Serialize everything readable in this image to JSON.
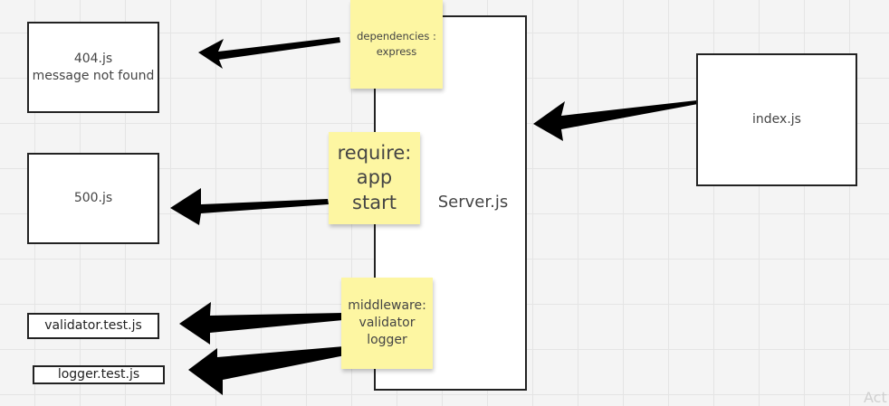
{
  "boxes": {
    "server": "Server.js",
    "not_found": "404.js\nmessage not found",
    "server_error": "500.js",
    "index": "index.js",
    "validator_test": "validator.test.js",
    "logger_test": "logger.test.js"
  },
  "notes": {
    "dependencies": "dependencies :\nexpress",
    "require": "require:\napp\nstart",
    "middleware": "middleware:\nvalidator\nlogger"
  },
  "watermark": "Act",
  "colors": {
    "sticky": "#fdf6a2",
    "arrow": "#000000",
    "border": "#222222"
  }
}
